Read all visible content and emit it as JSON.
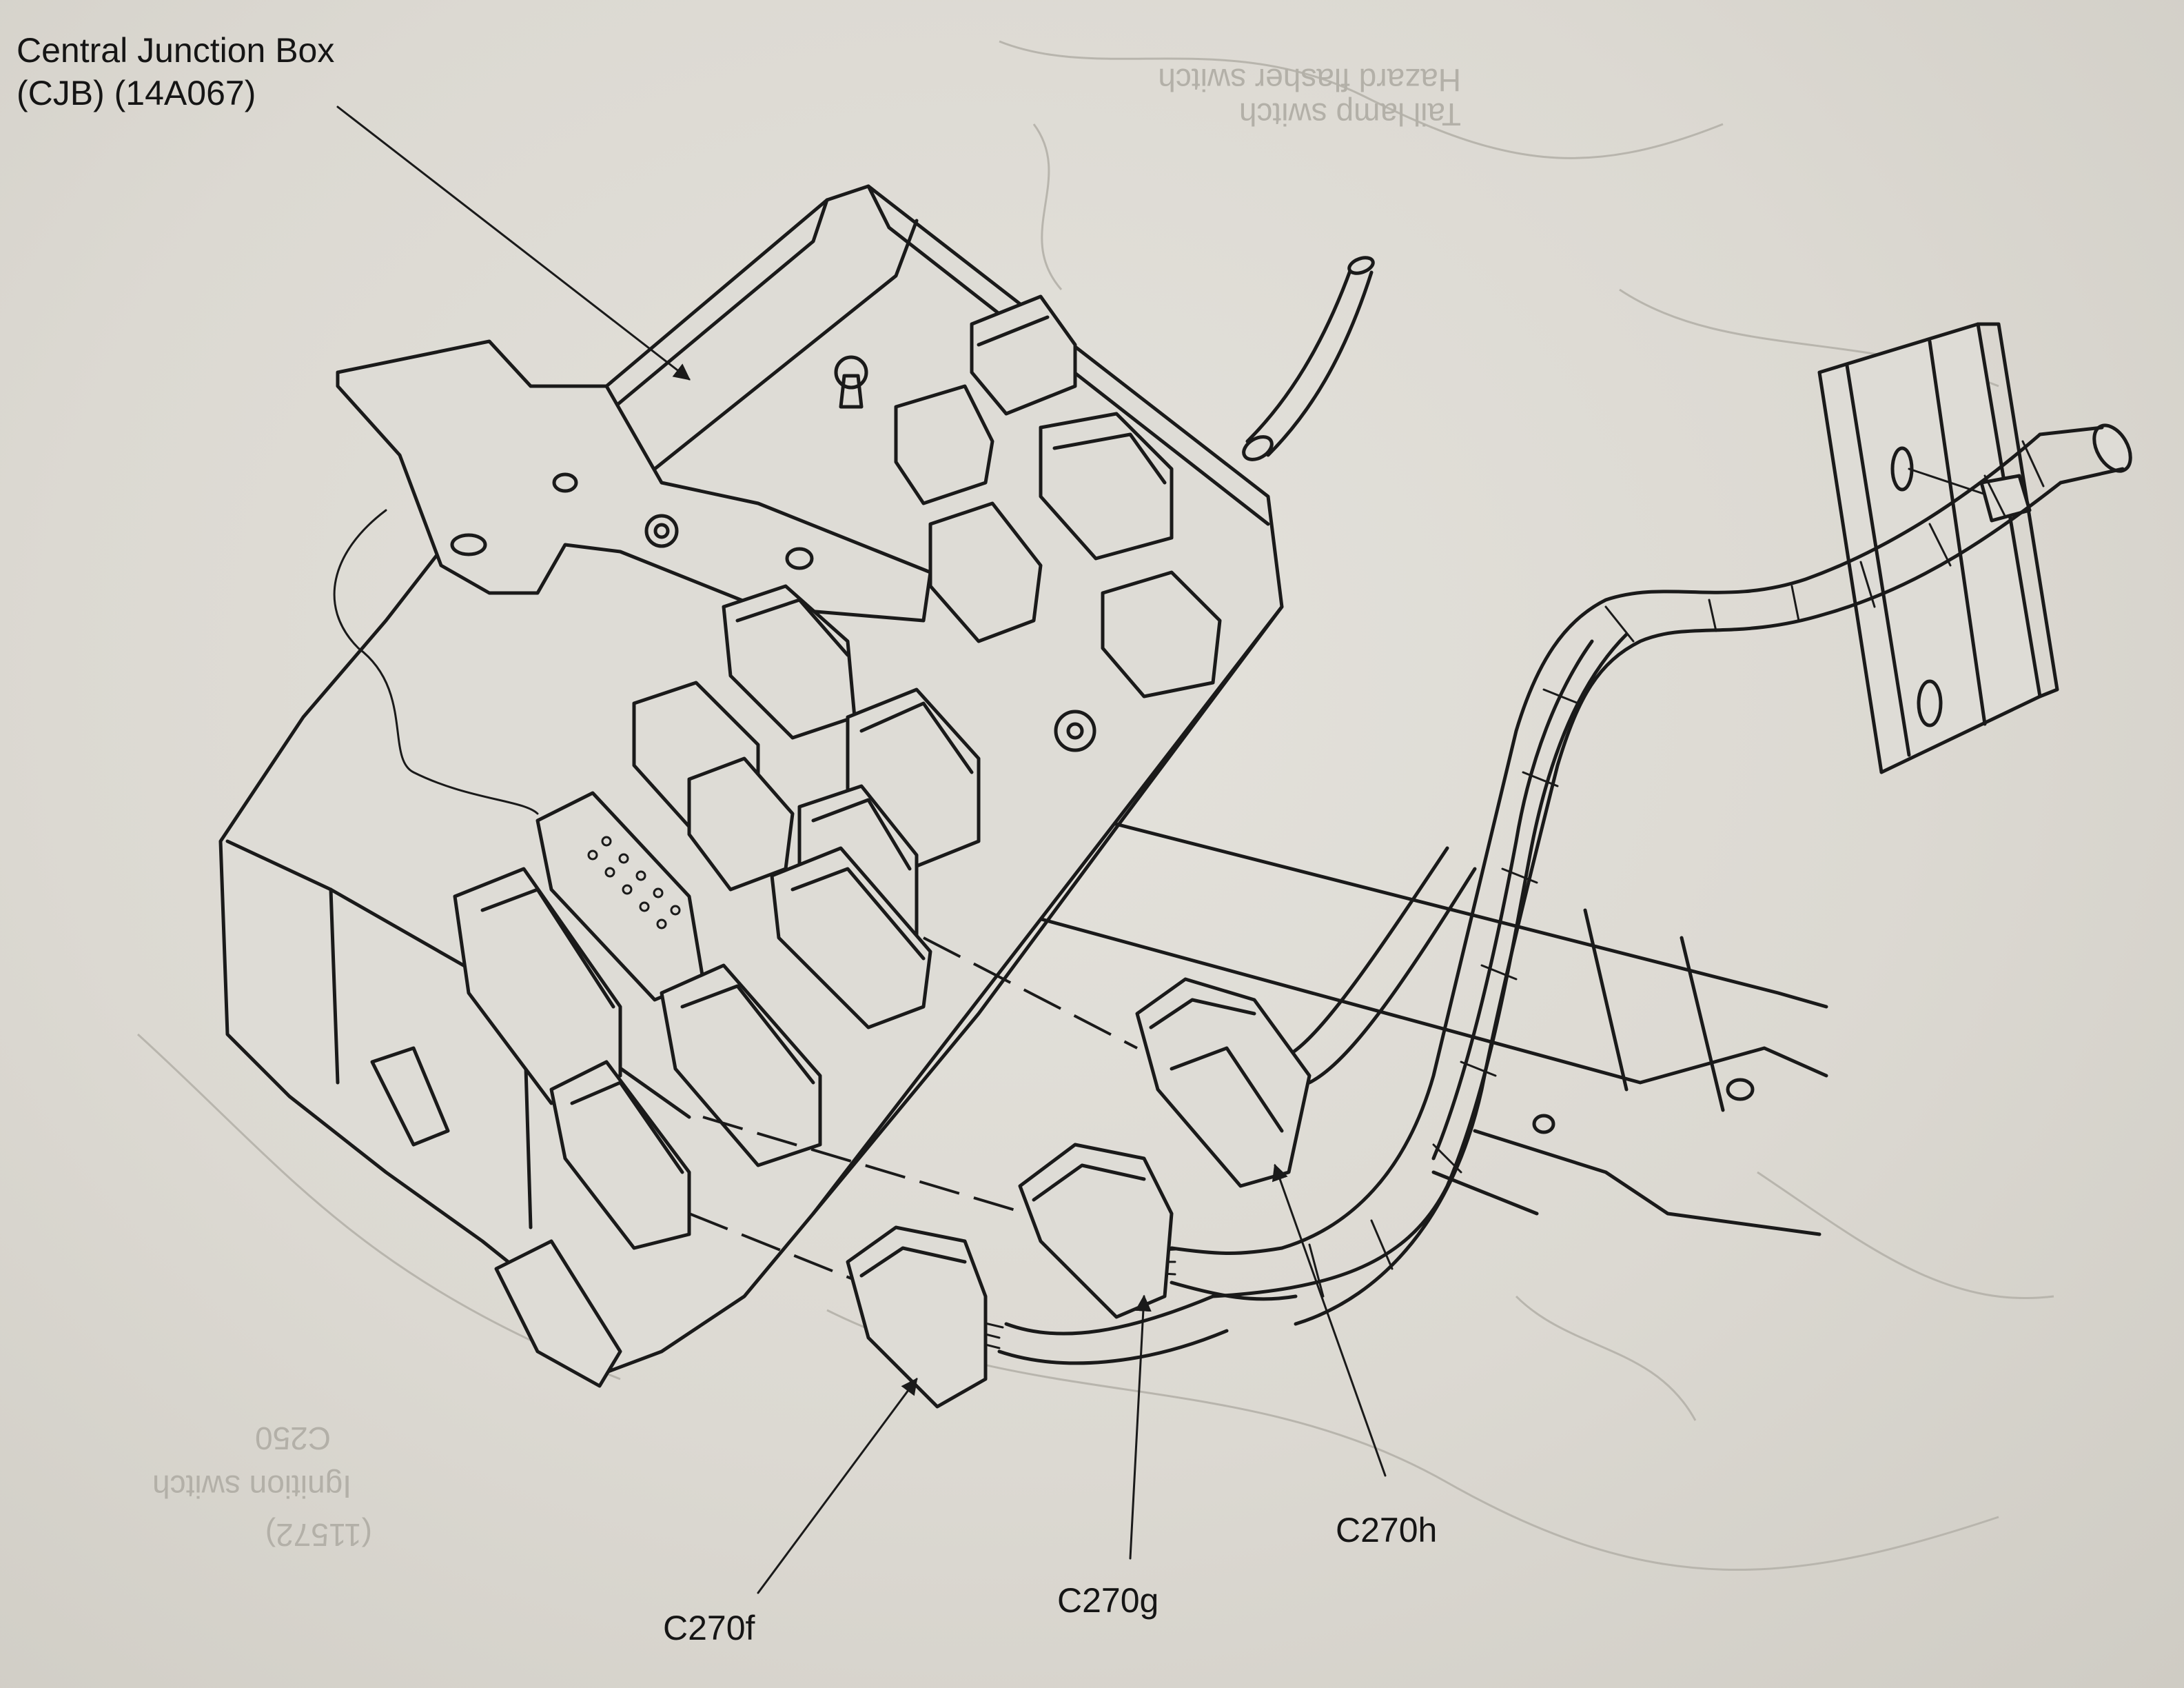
{
  "diagram": {
    "callouts": {
      "cjb": {
        "line1": "Central Junction Box",
        "line2": "(CJB) (14A067)"
      },
      "c270f": "C270f",
      "c270g": "C270g",
      "c270h": "C270h"
    }
  }
}
